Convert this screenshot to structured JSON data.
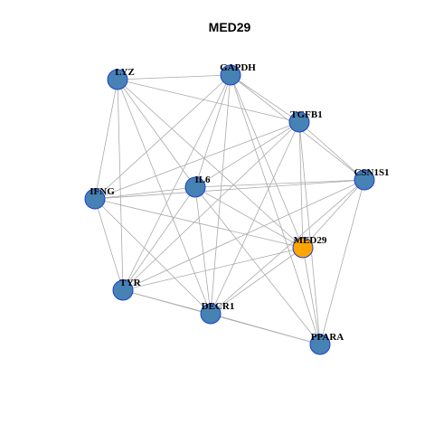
{
  "title": "MED29",
  "colors": {
    "node_default": "#4682B4",
    "node_highlight": "#FFA500",
    "node_border": "#1F3FD0",
    "edge": "#AAAAAA"
  },
  "nodes": [
    {
      "id": "LYZ",
      "label": "LYZ",
      "highlight": false
    },
    {
      "id": "GAPDH",
      "label": "GAPDH",
      "highlight": false
    },
    {
      "id": "TGFB1",
      "label": "TGFB1",
      "highlight": false
    },
    {
      "id": "CSN1S1",
      "label": "CSN1S1",
      "highlight": false
    },
    {
      "id": "IFNG",
      "label": "IFNG",
      "highlight": false
    },
    {
      "id": "IL6",
      "label": "IL6",
      "highlight": false
    },
    {
      "id": "MED29",
      "label": "MED29",
      "highlight": true
    },
    {
      "id": "TYR",
      "label": "TYR",
      "highlight": false
    },
    {
      "id": "DECR1",
      "label": "DECR1",
      "highlight": false
    },
    {
      "id": "PPARA",
      "label": "PPARA",
      "highlight": false
    }
  ],
  "edges": [
    [
      "LYZ",
      "GAPDH"
    ],
    [
      "LYZ",
      "TGFB1"
    ],
    [
      "LYZ",
      "IFNG"
    ],
    [
      "LYZ",
      "IL6"
    ],
    [
      "LYZ",
      "MED29"
    ],
    [
      "LYZ",
      "TYR"
    ],
    [
      "LYZ",
      "DECR1"
    ],
    [
      "GAPDH",
      "TGFB1"
    ],
    [
      "GAPDH",
      "CSN1S1"
    ],
    [
      "GAPDH",
      "IFNG"
    ],
    [
      "GAPDH",
      "IL6"
    ],
    [
      "GAPDH",
      "MED29"
    ],
    [
      "GAPDH",
      "TYR"
    ],
    [
      "GAPDH",
      "DECR1"
    ],
    [
      "GAPDH",
      "PPARA"
    ],
    [
      "TGFB1",
      "CSN1S1"
    ],
    [
      "TGFB1",
      "IFNG"
    ],
    [
      "TGFB1",
      "IL6"
    ],
    [
      "TGFB1",
      "MED29"
    ],
    [
      "TGFB1",
      "TYR"
    ],
    [
      "TGFB1",
      "DECR1"
    ],
    [
      "TGFB1",
      "PPARA"
    ],
    [
      "CSN1S1",
      "IFNG"
    ],
    [
      "CSN1S1",
      "IL6"
    ],
    [
      "CSN1S1",
      "MED29"
    ],
    [
      "CSN1S1",
      "TYR"
    ],
    [
      "CSN1S1",
      "DECR1"
    ],
    [
      "CSN1S1",
      "PPARA"
    ],
    [
      "IFNG",
      "IL6"
    ],
    [
      "IFNG",
      "MED29"
    ],
    [
      "IFNG",
      "TYR"
    ],
    [
      "IFNG",
      "DECR1"
    ],
    [
      "IL6",
      "MED29"
    ],
    [
      "IL6",
      "TYR"
    ],
    [
      "IL6",
      "DECR1"
    ],
    [
      "IL6",
      "PPARA"
    ],
    [
      "MED29",
      "TYR"
    ],
    [
      "MED29",
      "DECR1"
    ],
    [
      "MED29",
      "PPARA"
    ],
    [
      "TYR",
      "DECR1"
    ],
    [
      "TYR",
      "PPARA"
    ],
    [
      "DECR1",
      "PPARA"
    ]
  ]
}
